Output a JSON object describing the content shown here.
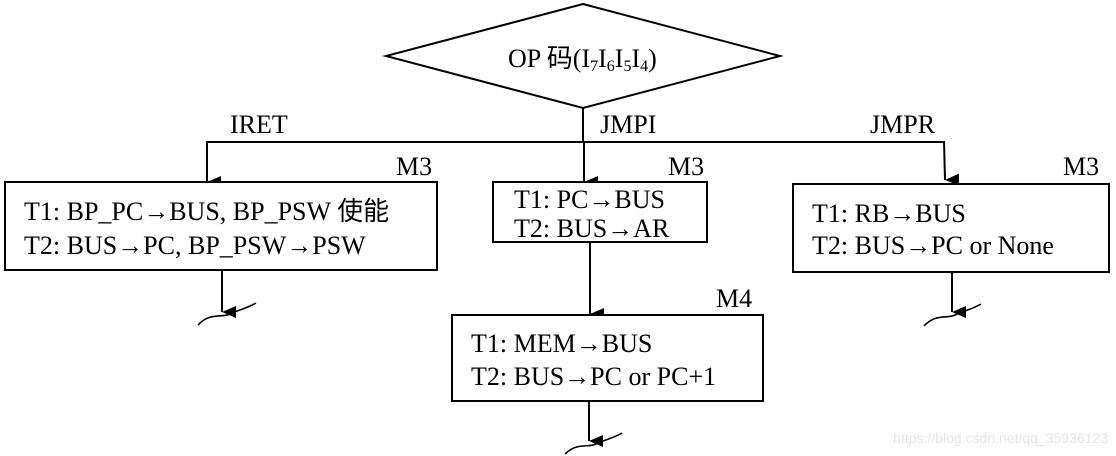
{
  "decision": {
    "prefix": "OP 码(",
    "subs": [
      {
        "base": "I",
        "sub": "7"
      },
      {
        "base": "I",
        "sub": "6"
      },
      {
        "base": "I",
        "sub": "5"
      },
      {
        "base": "I",
        "sub": "4"
      }
    ],
    "suffix": ")"
  },
  "branches": [
    {
      "label": "IRET",
      "state": "M3",
      "lines": [
        "T1: BP_PC→BUS, BP_PSW 使能",
        "T2: BUS→PC, BP_PSW→PSW"
      ]
    },
    {
      "label": "JMPI",
      "state": "M3",
      "lines": [
        "T1: PC→BUS",
        "T2: BUS→AR"
      ],
      "next": {
        "state": "M4",
        "lines": [
          "T1: MEM→BUS",
          "T2: BUS→PC or PC+1"
        ]
      }
    },
    {
      "label": "JMPR",
      "state": "M3",
      "lines": [
        "T1: RB→BUS",
        "T2: BUS→PC or None"
      ]
    }
  ],
  "watermark": "https://blog.csdn.net/qq_35936123"
}
